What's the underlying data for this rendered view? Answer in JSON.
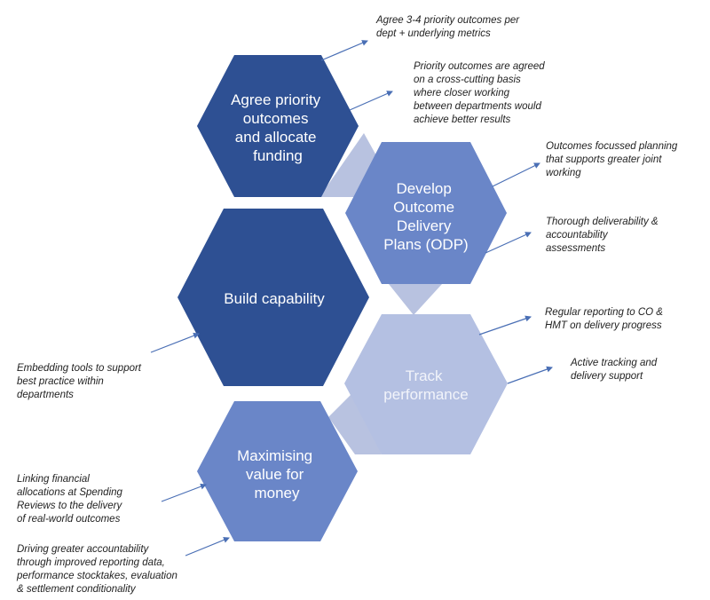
{
  "colors": {
    "dark_blue": "#2e5093",
    "mid_blue": "#6a86c8",
    "light_blue": "#b4c0e2",
    "connector": "#b8c2e0",
    "arrow": "#4a6fb5",
    "white_text": "#ffffff",
    "light_text": "#e8ecf7"
  },
  "hexagons": {
    "agree": {
      "lines": [
        "Agree priority",
        "outcomes",
        "and allocate",
        "funding"
      ]
    },
    "develop": {
      "lines": [
        "Develop",
        "Outcome",
        "Delivery",
        "Plans (ODP)"
      ]
    },
    "build": {
      "lines": [
        "Build capability"
      ]
    },
    "track": {
      "lines": [
        "Track",
        "performance"
      ]
    },
    "maximise": {
      "lines": [
        "Maximising",
        "value for",
        "money"
      ]
    }
  },
  "notes": {
    "agree_1": [
      "Agree 3-4 priority outcomes per",
      "dept + underlying metrics"
    ],
    "agree_2": [
      "Priority outcomes are agreed",
      "on a cross-cutting basis",
      "where closer working",
      "between departments would",
      "achieve better results"
    ],
    "develop_1": [
      "Outcomes focussed planning",
      "that supports greater joint",
      "working"
    ],
    "develop_2": [
      "Thorough deliverability &",
      "accountability",
      "assessments"
    ],
    "build_1": [
      "Embedding tools to support",
      "best practice within",
      "departments"
    ],
    "track_1": [
      "Regular reporting to CO &",
      "HMT on delivery progress"
    ],
    "track_2": [
      "Active tracking and",
      "delivery support"
    ],
    "maximise_1": [
      "Linking financial",
      "allocations at Spending",
      "Reviews to the delivery",
      "of real-world outcomes"
    ],
    "maximise_2": [
      "Driving greater accountability",
      "through improved reporting data,",
      "performance stocktakes, evaluation",
      "& settlement conditionality"
    ]
  }
}
